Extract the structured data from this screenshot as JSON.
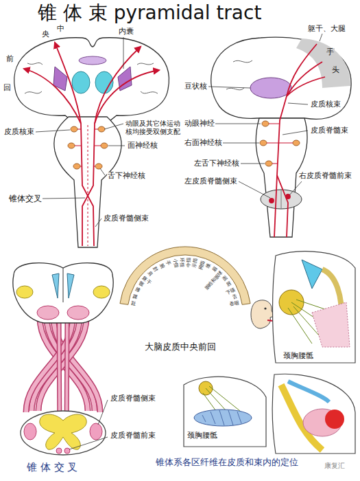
{
  "diagram": {
    "title": "锥 体 束 pyramidal tract",
    "labels": [
      "中",
      "央",
      "前",
      "回",
      "内囊",
      "皮质核束",
      "动眼及其它体运动核均接受双侧支配",
      "面神经核",
      "舌下神经核",
      "锥体交叉",
      "皮质脊髓侧束",
      "躯干、大腿",
      "手",
      "头",
      "豆状核",
      "皮质核束",
      "动眼神经",
      "皮质脊髓束",
      "右面神经核",
      "左舌下神经核",
      "左皮质脊髓侧束",
      "右皮质脊髓前束",
      "趾",
      "踝",
      "膝",
      "髋",
      "躯干",
      "肩",
      "肘",
      "腕",
      "手",
      "小指",
      "环指",
      "中指",
      "示指",
      "拇指",
      "颈",
      "眉",
      "眼睑和眼球",
      "面",
      "唇",
      "下颌",
      "舌",
      "吞咽",
      "大脑皮质中央前回",
      "皮质脊髓侧束",
      "皮质脊髓前束",
      "锥 体 交 叉",
      "颈胸腰骶",
      "颈胸腰骶",
      "锥体系各区纤维在皮质和束内的定位",
      "康复汇"
    ]
  }
}
